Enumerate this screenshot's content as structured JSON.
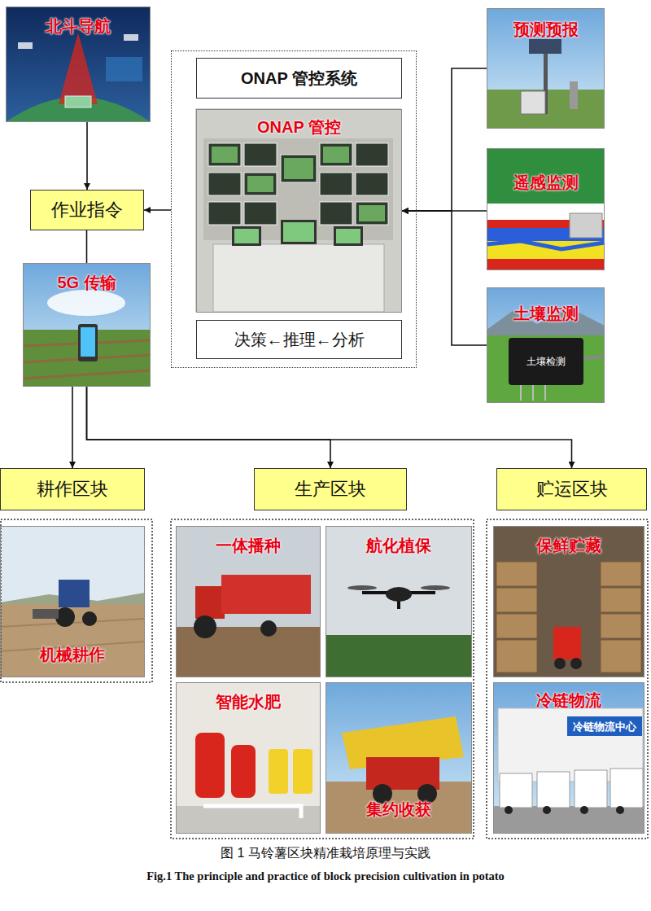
{
  "diagram": {
    "caption": "图 1 马铃薯区块精准栽培原理与实践",
    "nodes": [
      {
        "text": [
          "北斗导航"
        ]
      },
      {
        "text": [
          "作业指令"
        ]
      },
      {
        "text": [
          "5G 传输"
        ]
      },
      {
        "text": [
          "ONAP 管控系统"
        ]
      },
      {
        "text": [
          "ONAP 管控"
        ],
        "in": 3
      },
      {
        "text": [
          "决策←推理←分析"
        ],
        "in": 3
      },
      {
        "text": [
          "预测预报"
        ]
      },
      {
        "text": [
          "遥感监测"
        ]
      },
      {
        "text": [
          "土壤监测"
        ]
      },
      {
        "text": [
          "耕作区块"
        ]
      },
      {
        "text": [
          "生产区块"
        ]
      },
      {
        "text": [
          "贮运区块"
        ]
      },
      {
        "text": [
          "机械耕作"
        ]
      },
      {
        "text": [
          "一体播种"
        ]
      },
      {
        "text": [
          "航化植保"
        ]
      },
      {
        "text": [
          "智能水肥"
        ]
      },
      {
        "text": [
          "集约收获"
        ]
      },
      {
        "text": [
          "保鲜贮藏"
        ]
      },
      {
        "text": [
          "冷链物流"
        ]
      }
    ],
    "edges": [
      {
        "from": 0,
        "to": 1,
        "arrow": "to"
      },
      {
        "from": 3,
        "to": 1,
        "arrow": "to"
      },
      {
        "from": 1,
        "to": 2,
        "arrow": "none"
      },
      {
        "from": 6,
        "to": 4,
        "arrow": "to"
      },
      {
        "from": 7,
        "to": 4,
        "arrow": "to"
      },
      {
        "from": 8,
        "to": 4,
        "arrow": "to"
      },
      {
        "from": 2,
        "to": 9,
        "arrow": "to"
      },
      {
        "from": 2,
        "to": 10,
        "arrow": "to"
      },
      {
        "from": 2,
        "to": 11,
        "arrow": "to"
      }
    ],
    "labels": [
      "土壤检测",
      "冷链物流中心",
      "Fig.1 The principle and practice of block precision cultivation in potato"
    ]
  }
}
